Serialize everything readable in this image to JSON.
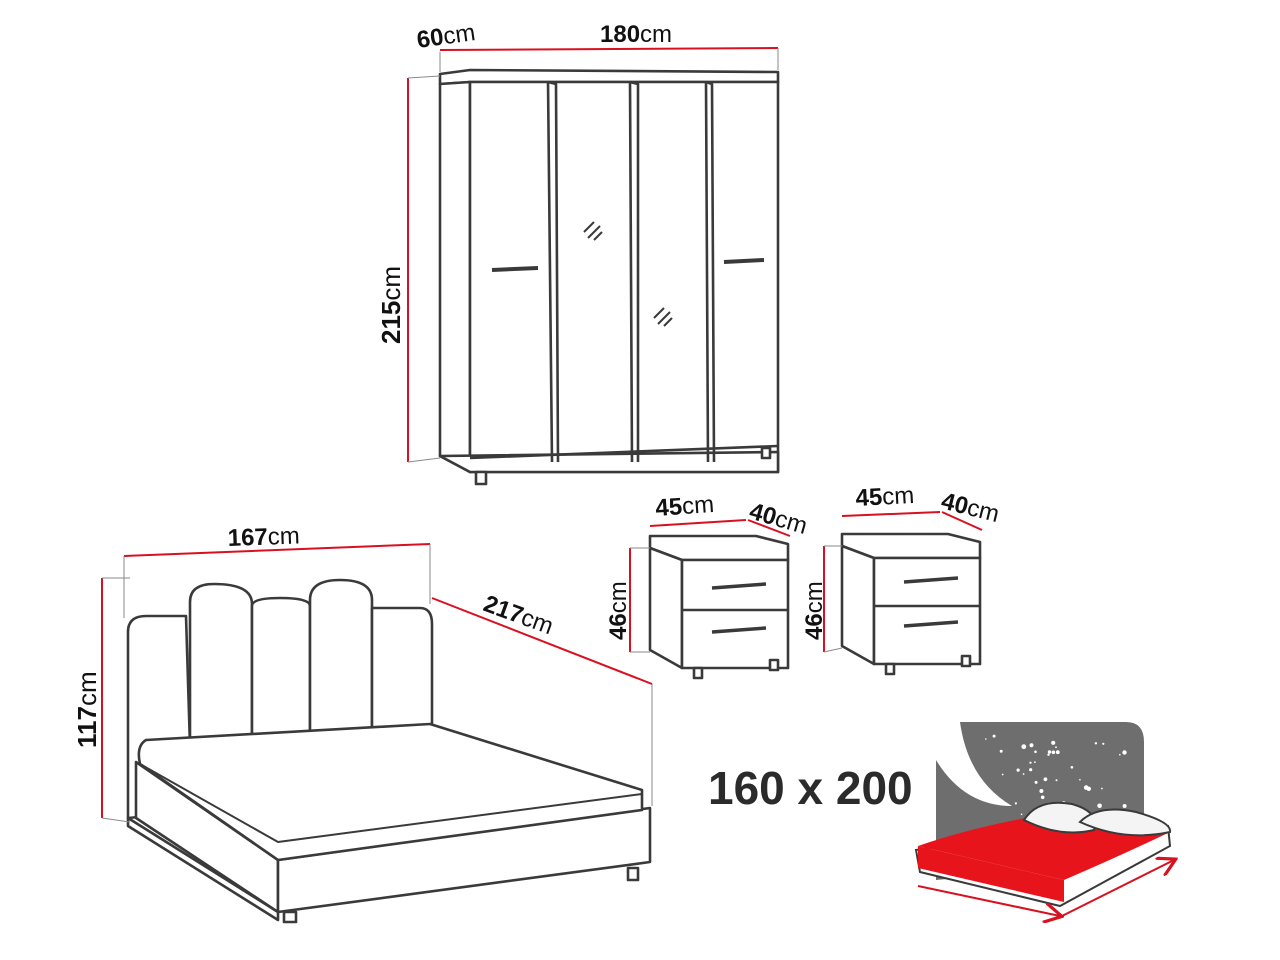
{
  "colors": {
    "outline": "#3a3a3a",
    "dimension_line": "#d91020",
    "guide_line": "#8a8a8a",
    "sheet": "#e8141c",
    "night_sky": "#6e6e6e",
    "star": "#ffffff",
    "text": "#111111"
  },
  "wardrobe": {
    "depth": {
      "value": "60",
      "unit": "cm"
    },
    "width": {
      "value": "180",
      "unit": "cm"
    },
    "height": {
      "value": "215",
      "unit": "cm"
    }
  },
  "nightstands": [
    {
      "width": {
        "value": "45",
        "unit": "cm"
      },
      "depth": {
        "value": "40",
        "unit": "cm"
      },
      "height": {
        "value": "46",
        "unit": "cm"
      }
    },
    {
      "width": {
        "value": "45",
        "unit": "cm"
      },
      "depth": {
        "value": "40",
        "unit": "cm"
      },
      "height": {
        "value": "46",
        "unit": "cm"
      }
    }
  ],
  "bed": {
    "width": {
      "value": "167",
      "unit": "cm"
    },
    "length": {
      "value": "217",
      "unit": "cm"
    },
    "height": {
      "value": "117",
      "unit": "cm"
    }
  },
  "mattress_size": {
    "label": "160 x 200"
  },
  "icons": {
    "mattress": "bed-night-icon",
    "mirror": "mirror-glint-icon"
  }
}
